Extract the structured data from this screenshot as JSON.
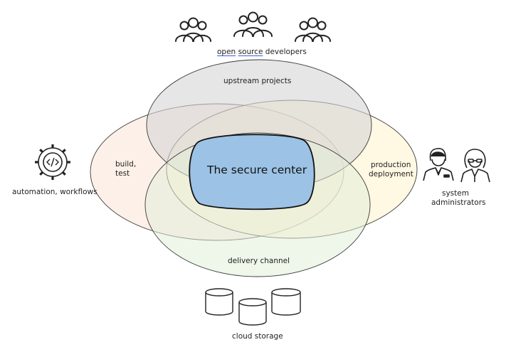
{
  "top_group": {
    "word1": "open",
    "word2": "source",
    "word3": "developers"
  },
  "circles": {
    "upstream": "upstream projects",
    "build_line1": "build,",
    "build_line2": "test",
    "production_line1": "production",
    "production_line2": "deployment",
    "delivery": "delivery channel",
    "center": "The secure center"
  },
  "actors": {
    "automation": "automation, workflows",
    "sysadmin_line1": "system",
    "sysadmin_line2": "administrators",
    "storage": "cloud storage"
  },
  "colors": {
    "upstream_fill": "#d9d9d9",
    "build_fill": "#fbe4d5",
    "production_fill": "#fff2cc",
    "delivery_fill": "#e2efd9",
    "center_fill": "#9cc2e5"
  },
  "icons": [
    "people-group-icon",
    "gear-code-icon",
    "sysadmin-man-icon",
    "sysadmin-woman-icon",
    "database-cylinder-icon"
  ]
}
